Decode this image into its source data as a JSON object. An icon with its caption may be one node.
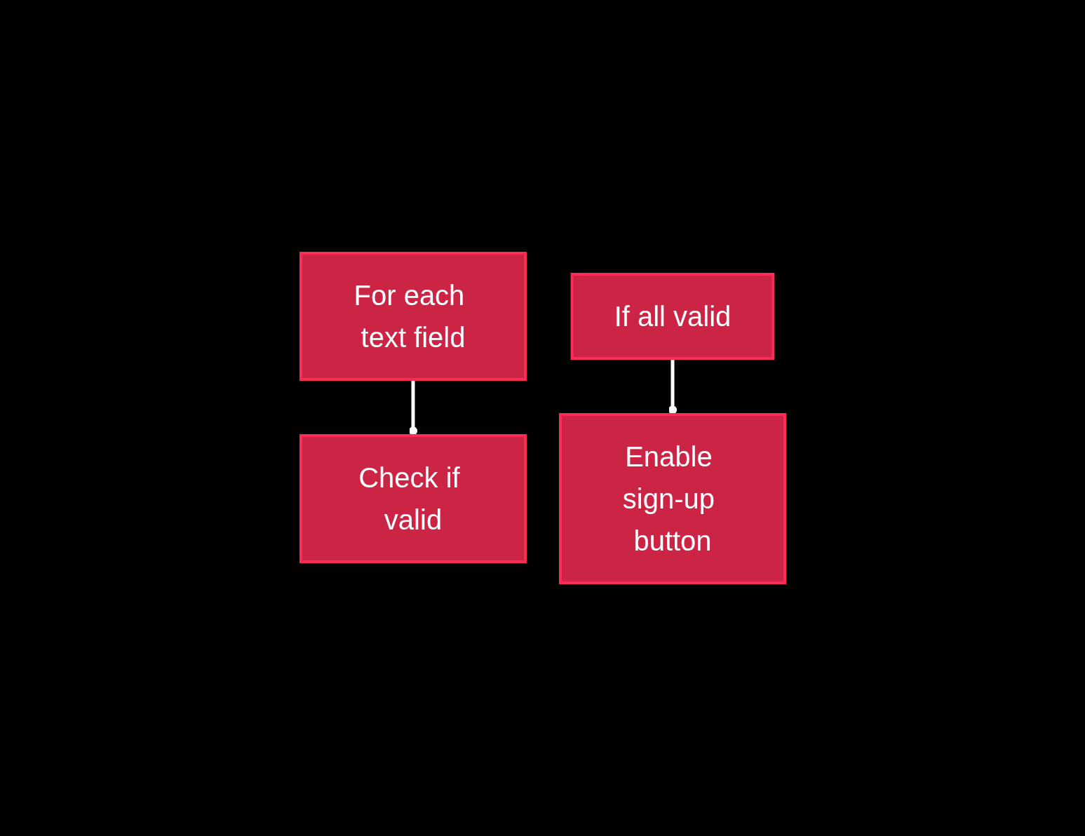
{
  "diagram": {
    "nodes": [
      {
        "text": [
          "For each text field"
        ]
      },
      {
        "text": [
          "Check if valid"
        ]
      },
      {
        "text": [
          "If all valid"
        ]
      },
      {
        "text": [
          "Enable sign-up button"
        ]
      }
    ],
    "edges": [
      {
        "from": 0,
        "to": 1,
        "arrow": "other"
      },
      {
        "from": 2,
        "to": 3,
        "arrow": "other"
      }
    ]
  }
}
